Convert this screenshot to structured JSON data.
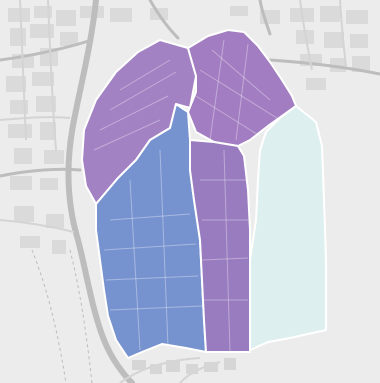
{
  "map": {
    "basemap_color": "#ececec",
    "districts": [
      {
        "id": "district-north-west",
        "color": "#8e64b8",
        "opacity": 0.78
      },
      {
        "id": "district-north-east",
        "color": "#9062b6",
        "opacity": 0.8
      },
      {
        "id": "district-center-blue",
        "color": "#5d7fc8",
        "opacity": 0.82
      },
      {
        "id": "district-east-purple",
        "color": "#8560b4",
        "opacity": 0.8
      },
      {
        "id": "district-lake-teal",
        "color": "#dcefee",
        "opacity": 0.95
      }
    ]
  }
}
